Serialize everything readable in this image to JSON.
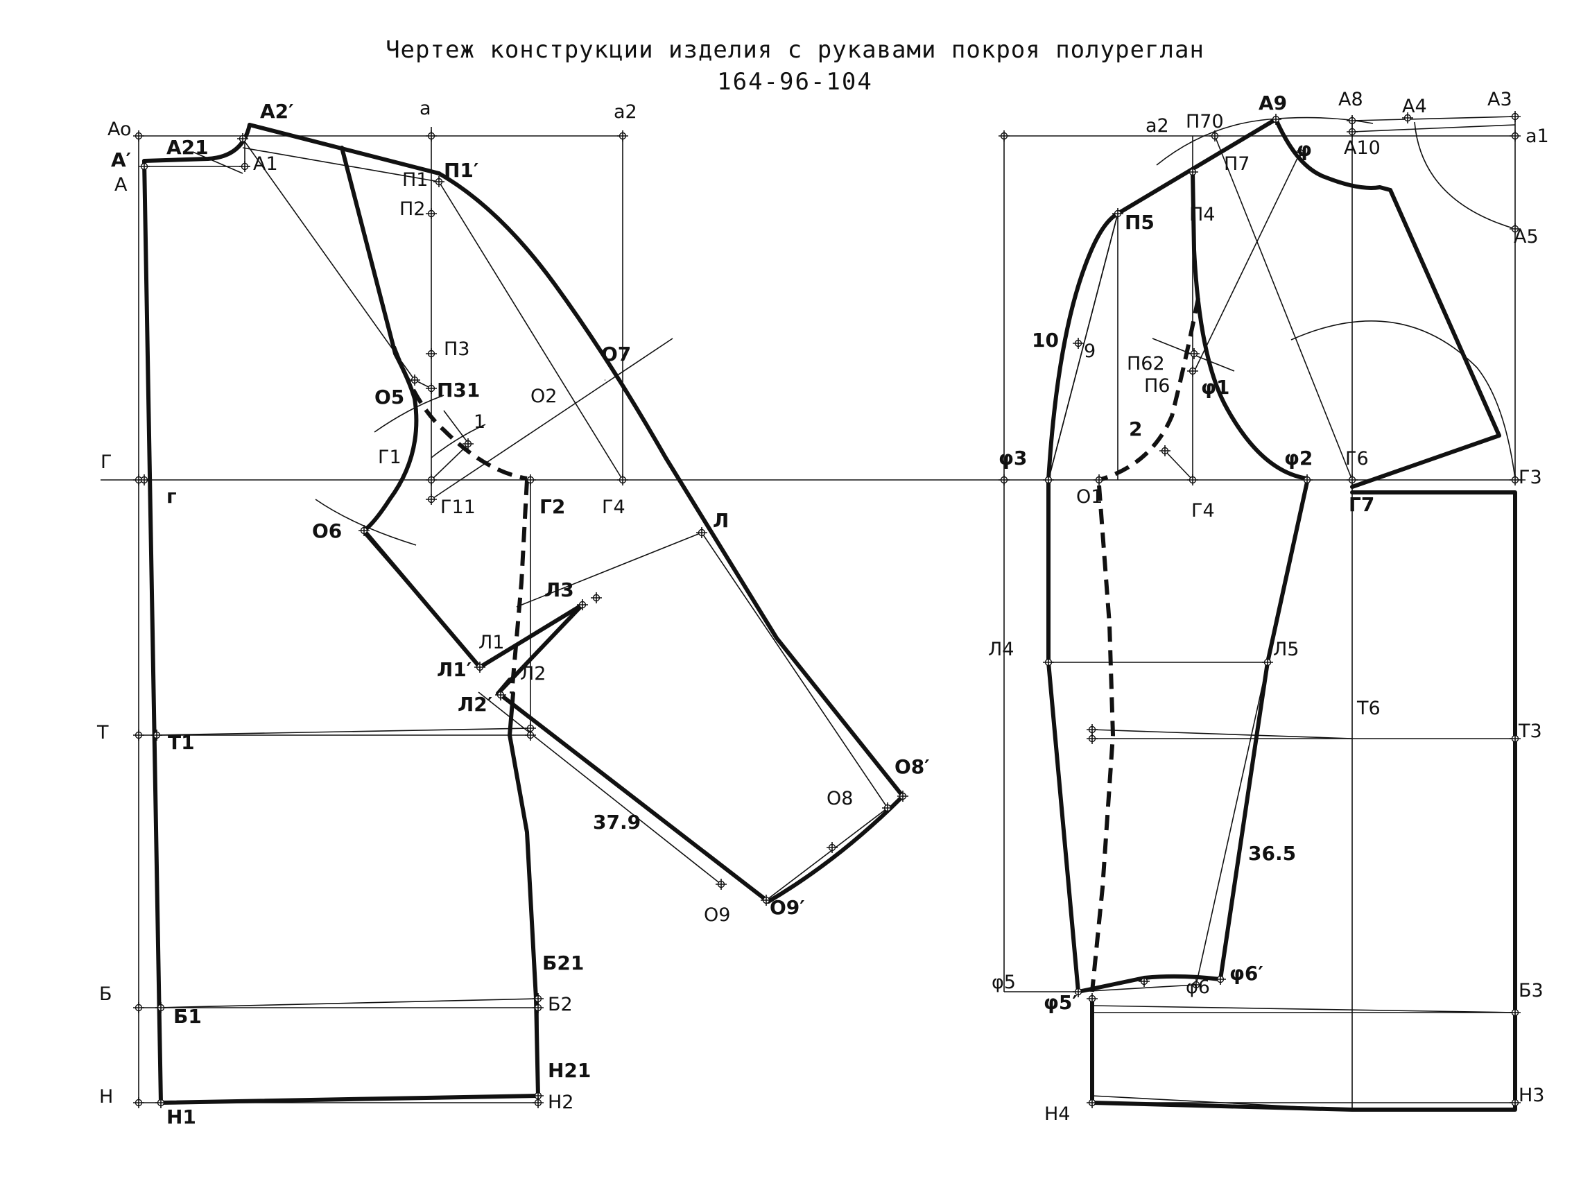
{
  "title": {
    "line1": "Чертеж конструкции изделия с рукавами покроя полуреглан",
    "line2": "164-96-104"
  },
  "labels": [
    {
      "id": "Ao",
      "text": "Ao",
      "bold": false
    },
    {
      "id": "A_prime",
      "text": "A′",
      "bold": true
    },
    {
      "id": "A",
      "text": "A",
      "bold": false
    },
    {
      "id": "A21",
      "text": "A21",
      "bold": true
    },
    {
      "id": "A1",
      "text": "A1",
      "bold": false
    },
    {
      "id": "A2_prime",
      "text": "A2′",
      "bold": true
    },
    {
      "id": "a",
      "text": "a",
      "bold": false
    },
    {
      "id": "a2_left",
      "text": "a2",
      "bold": false
    },
    {
      "id": "P1",
      "text": "П1",
      "bold": false
    },
    {
      "id": "P1_prime",
      "text": "П1′",
      "bold": true
    },
    {
      "id": "P2",
      "text": "П2",
      "bold": false
    },
    {
      "id": "P3",
      "text": "П3",
      "bold": false
    },
    {
      "id": "P31",
      "text": "П31",
      "bold": true
    },
    {
      "id": "O5",
      "text": "O5",
      "bold": true
    },
    {
      "id": "n1",
      "text": "1",
      "bold": false
    },
    {
      "id": "O2",
      "text": "O2",
      "bold": false
    },
    {
      "id": "O7",
      "text": "O7",
      "bold": true
    },
    {
      "id": "G_left",
      "text": "Г",
      "bold": false
    },
    {
      "id": "g_small",
      "text": "г",
      "bold": true
    },
    {
      "id": "G1",
      "text": "Г1",
      "bold": false
    },
    {
      "id": "G11",
      "text": "Г11",
      "bold": false
    },
    {
      "id": "G2",
      "text": "Г2",
      "bold": true
    },
    {
      "id": "G4_left",
      "text": "Г4",
      "bold": false
    },
    {
      "id": "O6",
      "text": "O6",
      "bold": true
    },
    {
      "id": "L",
      "text": "Л",
      "bold": true
    },
    {
      "id": "L3",
      "text": "Л3",
      "bold": true
    },
    {
      "id": "L1",
      "text": "Л1",
      "bold": false
    },
    {
      "id": "L1_prime",
      "text": "Л1′",
      "bold": true
    },
    {
      "id": "L2",
      "text": "Л2",
      "bold": false
    },
    {
      "id": "L2_prime",
      "text": "Л2′",
      "bold": true
    },
    {
      "id": "T_left",
      "text": "T",
      "bold": false
    },
    {
      "id": "T1",
      "text": "T1",
      "bold": true
    },
    {
      "id": "v379",
      "text": "37.9",
      "bold": true
    },
    {
      "id": "O8",
      "text": "O8",
      "bold": false
    },
    {
      "id": "O8_prime",
      "text": "O8′",
      "bold": true
    },
    {
      "id": "O9",
      "text": "O9",
      "bold": false
    },
    {
      "id": "O9_prime",
      "text": "O9′",
      "bold": true
    },
    {
      "id": "B21",
      "text": "Б21",
      "bold": true
    },
    {
      "id": "B_left",
      "text": "Б",
      "bold": false
    },
    {
      "id": "B1",
      "text": "Б1",
      "bold": true
    },
    {
      "id": "B2",
      "text": "Б2",
      "bold": false
    },
    {
      "id": "N_left",
      "text": "Н",
      "bold": false
    },
    {
      "id": "N1",
      "text": "Н1",
      "bold": true
    },
    {
      "id": "N21",
      "text": "Н21",
      "bold": true
    },
    {
      "id": "N2",
      "text": "Н2",
      "bold": false
    },
    {
      "id": "a2_right",
      "text": "a2",
      "bold": false
    },
    {
      "id": "P70",
      "text": "П70",
      "bold": false
    },
    {
      "id": "A9",
      "text": "A9",
      "bold": true
    },
    {
      "id": "A8",
      "text": "A8",
      "bold": false
    },
    {
      "id": "A4",
      "text": "A4",
      "bold": false
    },
    {
      "id": "A3",
      "text": "A3",
      "bold": false
    },
    {
      "id": "a1",
      "text": "a1",
      "bold": false
    },
    {
      "id": "A10",
      "text": "A10",
      "bold": false
    },
    {
      "id": "P7",
      "text": "П7",
      "bold": false
    },
    {
      "id": "phi",
      "text": "φ",
      "bold": true
    },
    {
      "id": "P5",
      "text": "П5",
      "bold": true
    },
    {
      "id": "P4",
      "text": "П4",
      "bold": false
    },
    {
      "id": "A5",
      "text": "A5",
      "bold": false
    },
    {
      "id": "n10",
      "text": "10",
      "bold": true
    },
    {
      "id": "n9",
      "text": "9",
      "bold": false
    },
    {
      "id": "P62",
      "text": "П62",
      "bold": false
    },
    {
      "id": "P6",
      "text": "П6",
      "bold": false
    },
    {
      "id": "phi1",
      "text": "φ1",
      "bold": true
    },
    {
      "id": "n2",
      "text": "2",
      "bold": true
    },
    {
      "id": "phi3",
      "text": "φ3",
      "bold": true
    },
    {
      "id": "O1",
      "text": "O1",
      "bold": false
    },
    {
      "id": "phi2",
      "text": "φ2",
      "bold": true
    },
    {
      "id": "G6",
      "text": "Г6",
      "bold": false
    },
    {
      "id": "G3",
      "text": "Г3",
      "bold": false
    },
    {
      "id": "G4_right",
      "text": "Г4",
      "bold": false
    },
    {
      "id": "G7",
      "text": "Г7",
      "bold": true
    },
    {
      "id": "L4",
      "text": "Л4",
      "bold": false
    },
    {
      "id": "L5",
      "text": "Л5",
      "bold": false
    },
    {
      "id": "T6",
      "text": "T6",
      "bold": false
    },
    {
      "id": "T3",
      "text": "T3",
      "bold": false
    },
    {
      "id": "v365",
      "text": "36.5",
      "bold": true
    },
    {
      "id": "phi5",
      "text": "φ5",
      "bold": false
    },
    {
      "id": "phi6_prime",
      "text": "φ6′",
      "bold": true
    },
    {
      "id": "phi6",
      "text": "φ6",
      "bold": false
    },
    {
      "id": "phi5_prime",
      "text": "φ5′",
      "bold": true
    },
    {
      "id": "B3",
      "text": "Б3",
      "bold": false
    },
    {
      "id": "N4",
      "text": "Н4",
      "bold": false
    },
    {
      "id": "N3",
      "text": "Н3",
      "bold": false
    }
  ]
}
